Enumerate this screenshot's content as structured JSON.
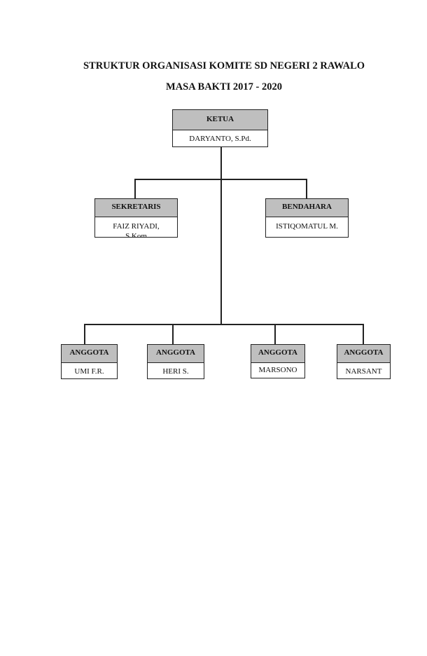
{
  "title": "STRUKTUR ORGANISASI KOMITE SD NEGERI 2 RAWALO",
  "subtitle": "MASA BAKTI 2017 - 2020",
  "ketua": {
    "role": "KETUA",
    "name": "DARYANTO, S.Pd."
  },
  "sekretaris": {
    "role": "SEKRETARIS",
    "name": "FAIZ RIYADI,",
    "name2": "S.Kom"
  },
  "bendahara": {
    "role": "BENDAHARA",
    "name": "ISTIQOMATUL M."
  },
  "anggota": [
    {
      "role": "ANGGOTA",
      "name": "UMI F.R."
    },
    {
      "role": "ANGGOTA",
      "name": "HERI S."
    },
    {
      "role": "ANGGOTA",
      "name": "MARSONO"
    },
    {
      "role": "ANGGOTA",
      "name": "NARSANT"
    }
  ]
}
